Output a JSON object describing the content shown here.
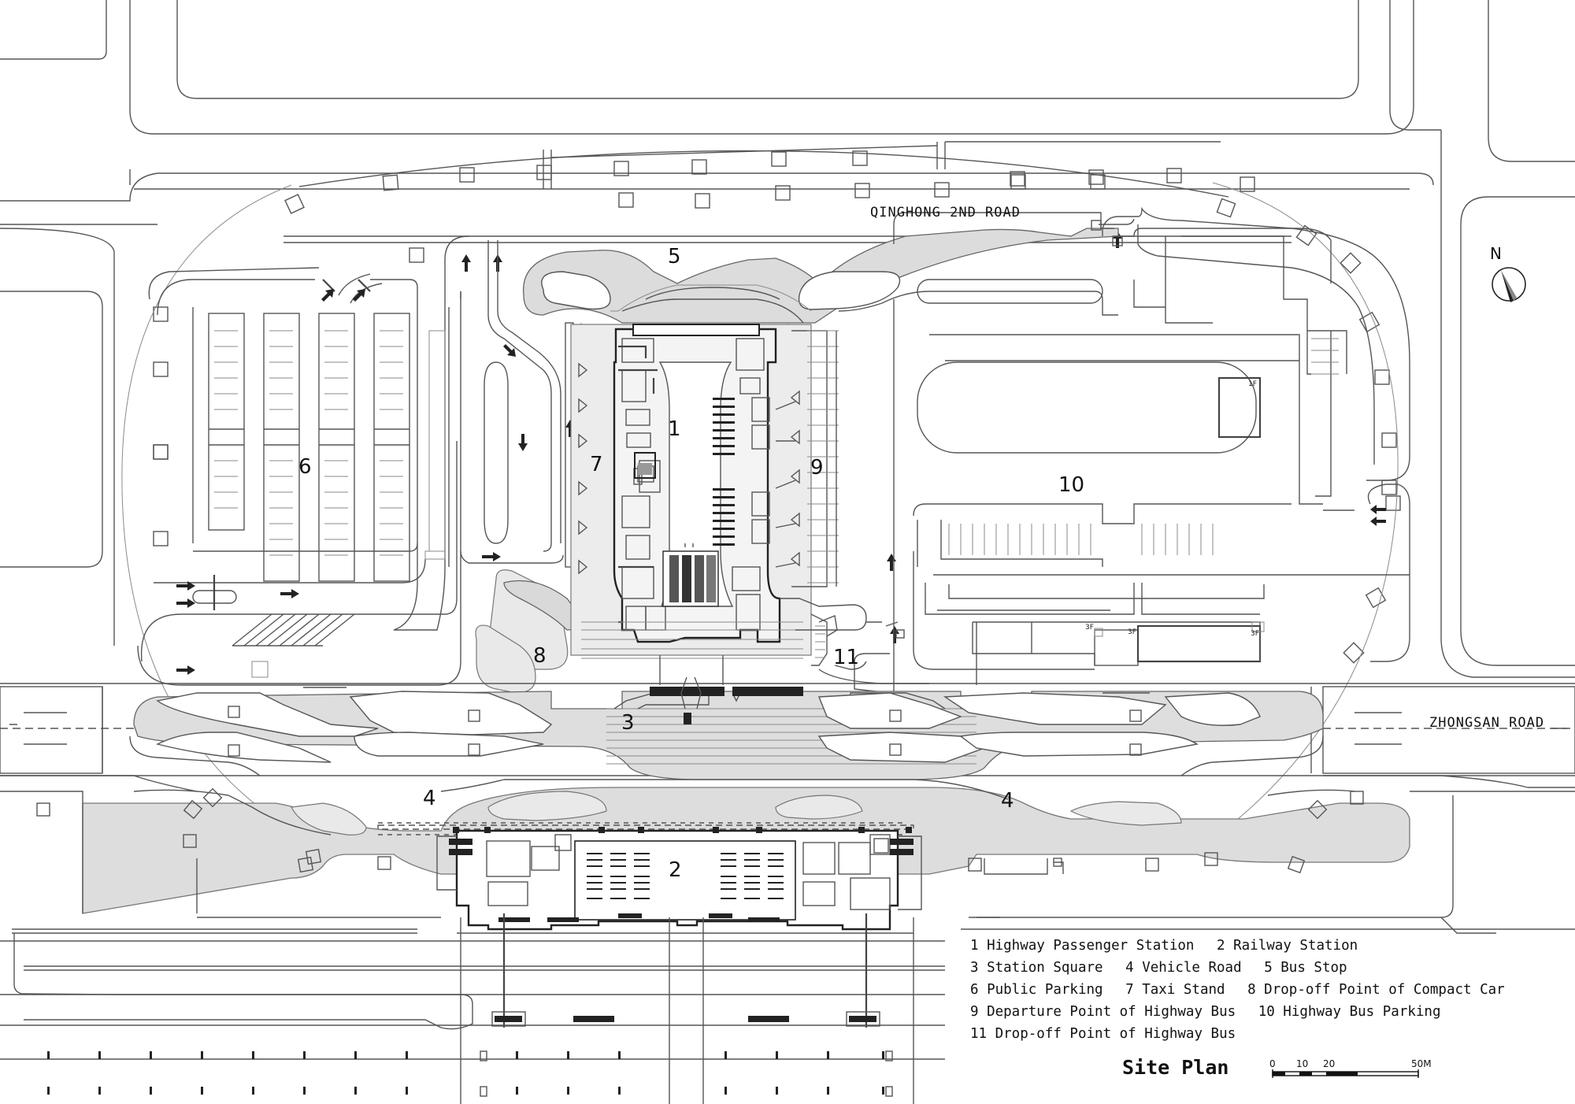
{
  "plan": {
    "roads": {
      "north": "QINGHONG  2ND  ROAD",
      "east": "ZHONGSAN  ROAD"
    },
    "zones": {
      "z1": "1",
      "z2": "2",
      "z3": "3",
      "z4a": "4",
      "z4b": "4",
      "z5": "5",
      "z6": "6",
      "z7": "7",
      "z8": "8",
      "z9": "9",
      "z10": "10",
      "z11": "11"
    },
    "floors": {
      "f1": "1F",
      "f3a": "3F",
      "f3b": "3F",
      "f3c": "3F"
    },
    "north_arrow": "N"
  },
  "legend": {
    "rows": [
      [
        "1 Highway Passenger Station",
        "2 Railway Station"
      ],
      [
        "3 Station Square",
        "4 Vehicle Road",
        "5 Bus Stop"
      ],
      [
        "6 Public Parking",
        "7 Taxi Stand",
        "8 Drop-off Point of Compact Car"
      ],
      [
        "9 Departure Point of Highway Bus",
        "10 Highway Bus Parking"
      ],
      [
        "11 Drop-off Point of Highway Bus"
      ]
    ]
  },
  "title": "Site Plan",
  "scale": {
    "s0": "0",
    "s1": "10",
    "s2": "20",
    "s3": "50M"
  }
}
